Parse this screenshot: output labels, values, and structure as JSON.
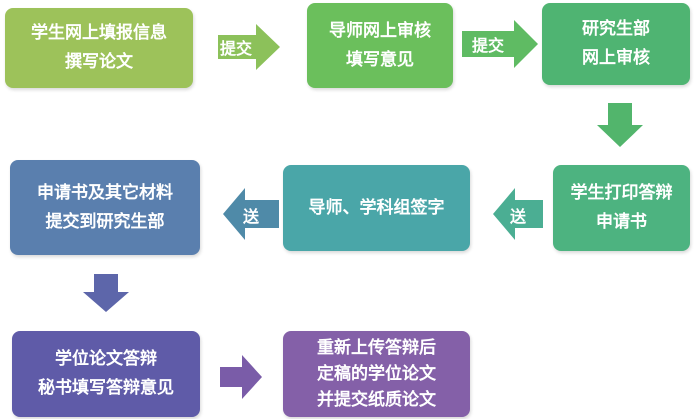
{
  "steps": [
    {
      "lines": [
        "学生网上填报信息",
        "撰写论文"
      ],
      "color": "#9dc25a"
    },
    {
      "lines": [
        "导师网上审核",
        "填写意见"
      ],
      "color": "#6bbf5c"
    },
    {
      "lines": [
        "研究生部",
        "网上审核"
      ],
      "color": "#4fb472"
    },
    {
      "lines": [
        "学生打印答辩",
        "申请书"
      ],
      "color": "#4db380"
    },
    {
      "lines": [
        "导师、学科组签字"
      ],
      "color": "#4aa6a8"
    },
    {
      "lines": [
        "申请书及其它材料",
        "提交到研究生部"
      ],
      "color": "#5a7fae"
    },
    {
      "lines": [
        "学位论文答辩",
        "秘书填写答辩意见"
      ],
      "color": "#5f5ba8"
    },
    {
      "lines": [
        "重新上传答辩后",
        "定稿的学位论文",
        "并提交纸质论文"
      ],
      "color": "#8460a8"
    }
  ],
  "arrows": [
    {
      "label": "提交",
      "color": "#8cc15a"
    },
    {
      "label": "提交",
      "color": "#5fbb63"
    },
    {
      "label": "",
      "color": "#52b56c"
    },
    {
      "label": "送",
      "color": "#4bae93"
    },
    {
      "label": "送",
      "color": "#4f8aa8"
    },
    {
      "label": "",
      "color": "#5d66aa"
    },
    {
      "label": "",
      "color": "#7a5ca8"
    }
  ]
}
